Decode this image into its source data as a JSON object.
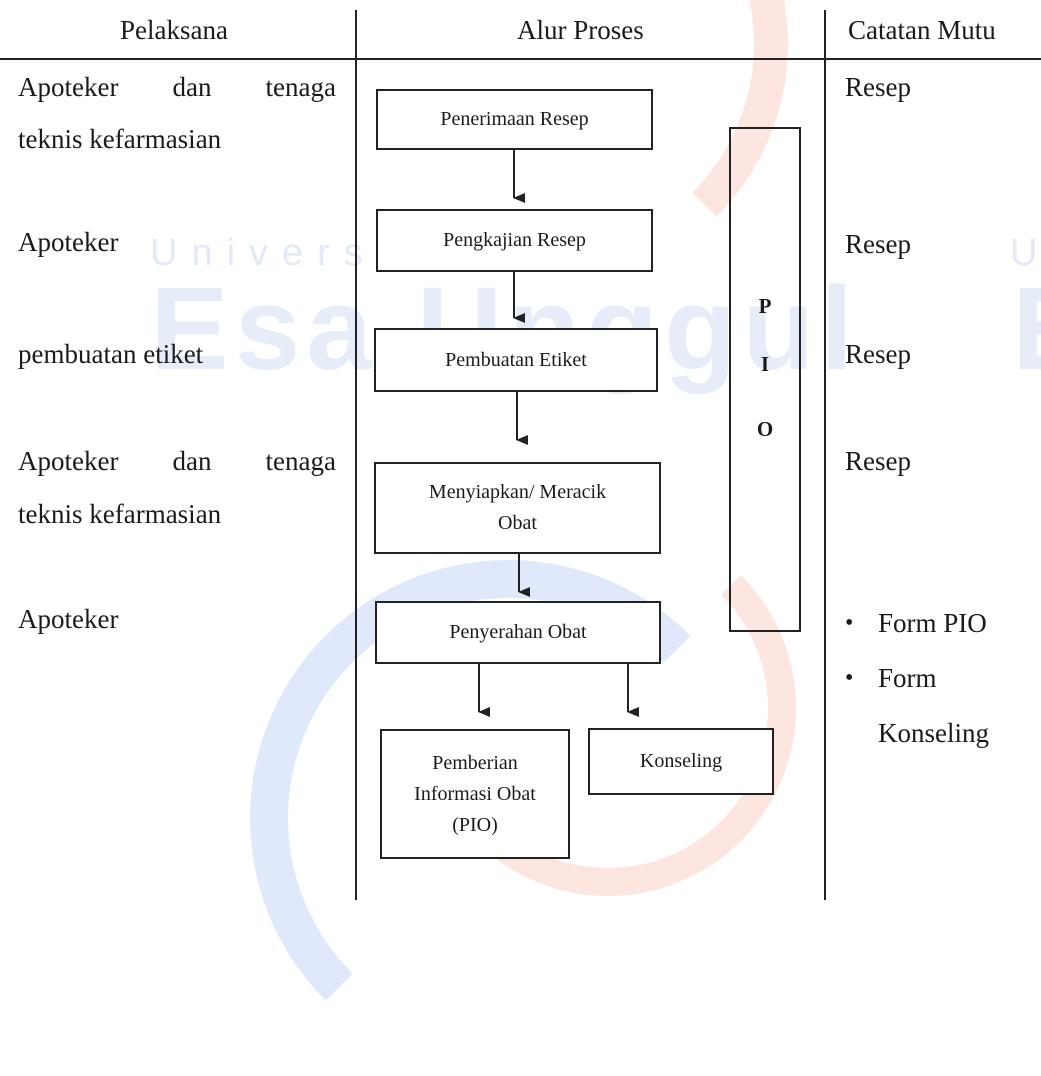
{
  "headers": {
    "executor": "Pelaksana",
    "process": "Alur Proses",
    "quality": "Catatan Mutu"
  },
  "executors": [
    {
      "line1": "Apoteker dan tenaga",
      "line2": "teknis kefarmasian"
    },
    {
      "line1": "Apoteker",
      "line2": ""
    },
    {
      "line1": "pembuatan etiket",
      "line2": ""
    },
    {
      "line1": "Apoteker dan tenaga",
      "line2": "teknis kefarmasian"
    },
    {
      "line1": "Apoteker",
      "line2": ""
    }
  ],
  "process_steps": [
    {
      "label": "Penerimaan Resep"
    },
    {
      "label": "Pengkajian Resep"
    },
    {
      "label": "Pembuatan Etiket"
    },
    {
      "label": "Menyiapkan/ Meracik Obat"
    },
    {
      "label": "Penyerahan Obat"
    }
  ],
  "final_steps": [
    {
      "label": "Pemberian Informasi Obat (PIO)"
    },
    {
      "label": "Konseling"
    }
  ],
  "pio_side": {
    "letters": [
      "P",
      "I",
      "O"
    ]
  },
  "quality_records": [
    "Resep",
    "Resep",
    "Resep",
    "Resep"
  ],
  "quality_bullets": [
    "Form PIO",
    "Form Konseling"
  ],
  "watermark": {
    "line1": "Universitas",
    "line2": "Esa Unggul"
  }
}
